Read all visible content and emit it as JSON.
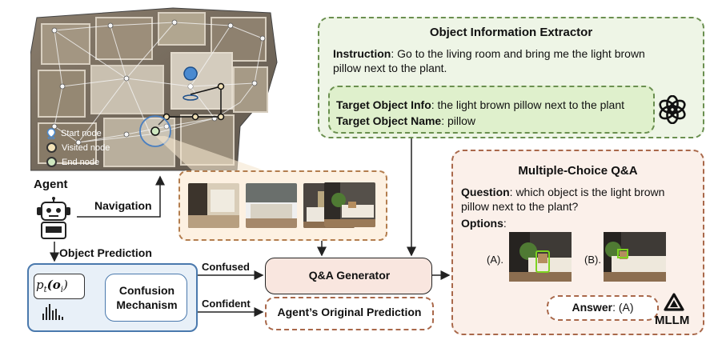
{
  "legend": {
    "start": "Start node",
    "visited": "Visited node",
    "end": "End node"
  },
  "agent": {
    "label": "Agent",
    "navigation": "Navigation",
    "object_prediction": "Object Prediction"
  },
  "thumbs": {
    "ellipsis": "···"
  },
  "extractor": {
    "title": "Object Information Extractor",
    "instruction_label": "Instruction",
    "instruction_line1": ": Go to the living room and bring me the light brown",
    "instruction_line2": "pillow next to the plant.",
    "target_info_label": "Target Object Info",
    "target_info_value": ": the light brown pillow next to the plant",
    "target_name_label": "Target Object Name",
    "target_name_value": ": pillow"
  },
  "qa": {
    "title": "Multiple-Choice Q&A",
    "question_label": "Question",
    "question_line1": ": which object is the light brown",
    "question_line2": "pillow next to the plant?",
    "options_label": "Options",
    "options_colon": ":",
    "option_a": "(A).",
    "option_b": "(B).",
    "answer_label": "Answer",
    "answer_value": ": (A)",
    "mllm": "MLLM"
  },
  "flow": {
    "confused": "Confused",
    "confident": "Confident",
    "generator": "Q&A Generator",
    "original": "Agent’s Original Prediction",
    "confusion_line1": "Confusion",
    "confusion_line2": "Mechanism",
    "prob": "p",
    "prob_sub": "t",
    "prob_arg": "(o",
    "prob_arg_sub": "i",
    "prob_close": ")"
  },
  "colors": {
    "green_border": "#6a8f4f",
    "brown_border": "#a9684a",
    "blue_border": "#4a79ad"
  }
}
